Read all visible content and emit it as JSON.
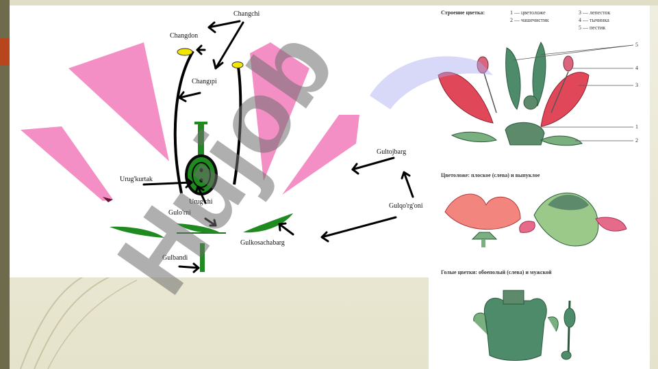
{
  "diagram": {
    "labels": {
      "changchi": "Changchi",
      "changdon": "Changdon",
      "changchipi": "Changıpi",
      "urugkurtak": "Urug'kurtak",
      "urugchi": "Urug'chi",
      "gulorni": "Gulo'rni",
      "gulkosachabarg": "Gulkosachabarg",
      "gulbandi": "Gulbandi",
      "gultojbarg": "Gultojbarg",
      "gulqorgoni": "Gulqo'rg'oni"
    },
    "watermark": "Hujob"
  },
  "reference": {
    "structure_title": "Строение цветка:",
    "legend": {
      "l1": "1 — цветоложе",
      "l2": "2 — чашечистик",
      "l3": "3 — лепесток",
      "l4": "4 — тычинка",
      "l5": "5 — пестик"
    },
    "numbers": [
      "5",
      "4",
      "3",
      "1",
      "2"
    ],
    "receptacle_caption": "Цветоложе: плоское (слева) и выпуклое",
    "naked_caption": "Голые цветки: обоеполый (слева) и мужской"
  },
  "colors": {
    "petal_pink": "#f48fc6",
    "stem_green": "#1f8a1f",
    "anther_yellow": "#f2e600",
    "arrow_black": "#000000",
    "accent_orange": "#b8461c"
  }
}
